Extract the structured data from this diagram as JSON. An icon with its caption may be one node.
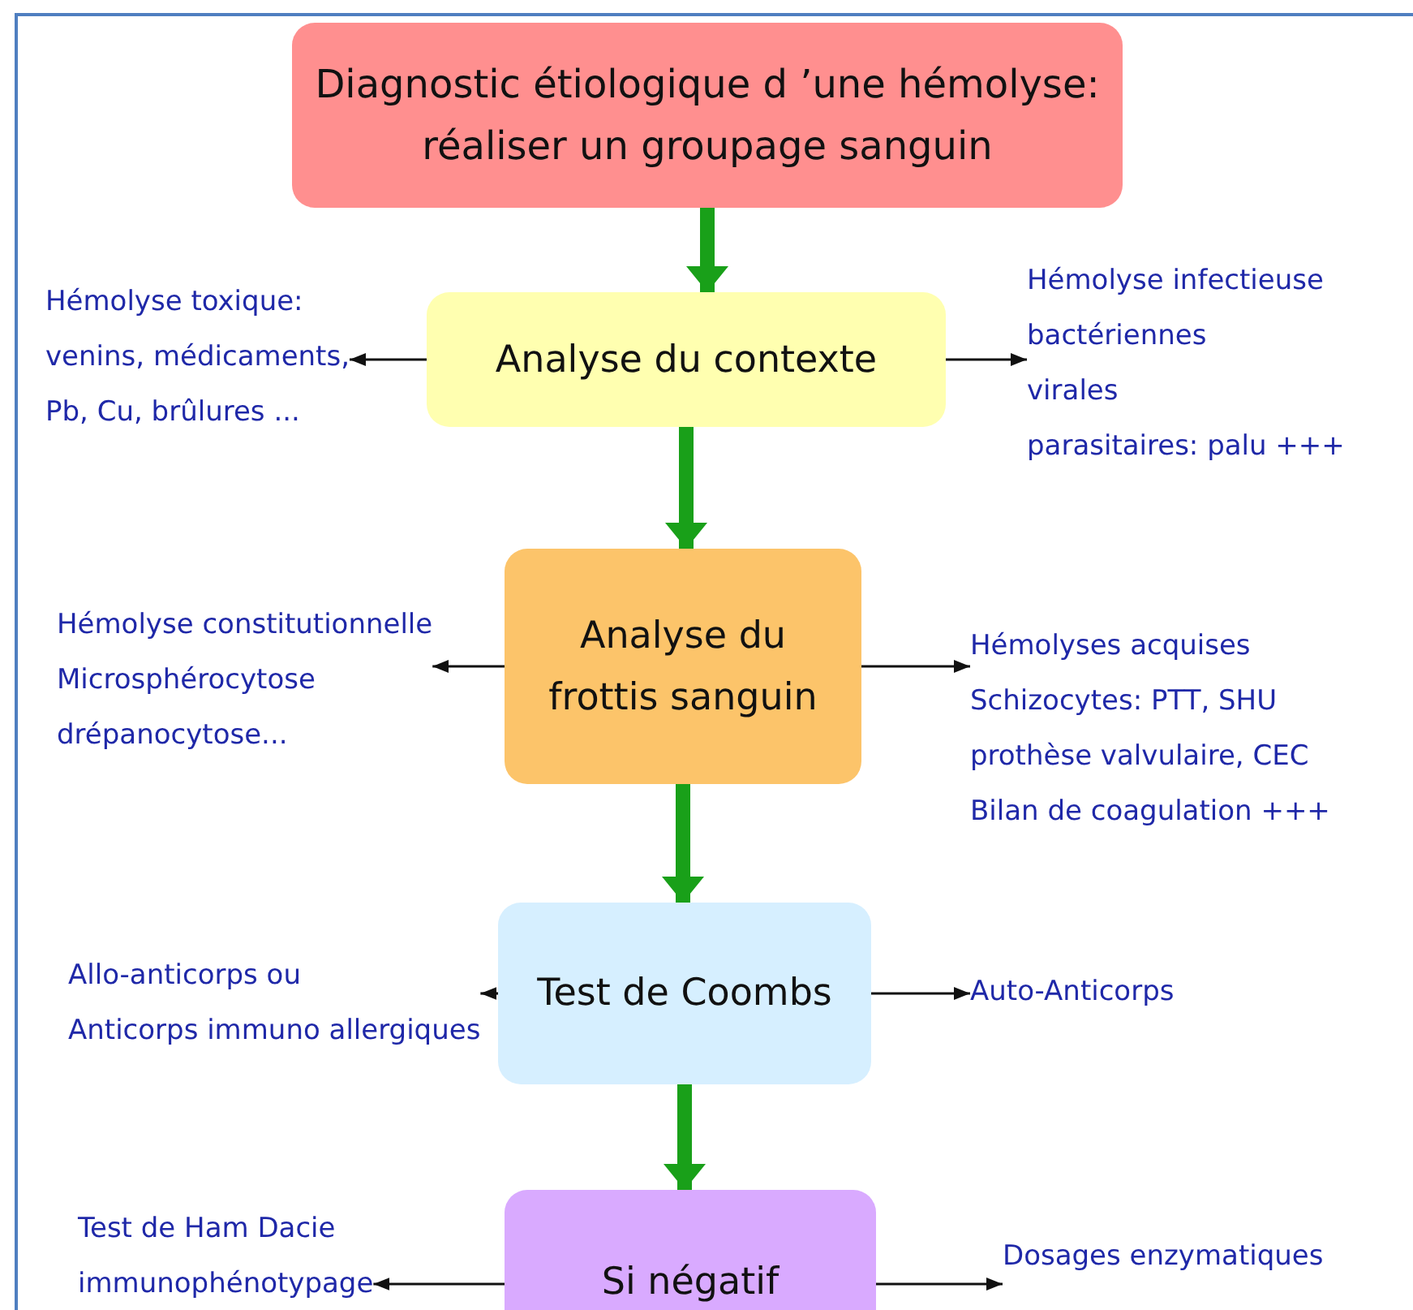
{
  "diagram": {
    "nodes": [
      {
        "text": [
          "Diagnostic étiologique d ’une hémolyse: réaliser un groupage sanguin"
        ]
      },
      {
        "text": [
          "Analyse du contexte"
        ]
      },
      {
        "text": [
          "Hémolyse toxique:",
          "venins, médicaments,",
          "Pb, Cu, brûlures ..."
        ]
      },
      {
        "text": [
          "Hémolyse infectieuse",
          "bactériennes",
          "virales",
          "parasitaires: palu +++"
        ]
      },
      {
        "text": [
          "Analyse du frottis sanguin"
        ]
      },
      {
        "text": [
          "Hémolyse constitutionnelle",
          "Microsphérocytose",
          "drépanocytose..."
        ]
      },
      {
        "text": [
          "Hémolyses acquises",
          "Schizocytes: PTT, SHU",
          "prothèse valvulaire, CEC",
          "Bilan de coagulation +++"
        ]
      },
      {
        "text": [
          "Test de Coombs"
        ]
      },
      {
        "text": [
          "Allo-anticorps ou",
          "Anticorps immuno allergiques"
        ]
      },
      {
        "text": [
          "Auto-Anticorps"
        ]
      },
      {
        "text": [
          "Si négatif"
        ]
      },
      {
        "text": [
          "Test de Ham Dacie",
          "immunophénotypage"
        ]
      },
      {
        "text": [
          "Dosages enzymatiques"
        ]
      }
    ],
    "edges": [
      {
        "from": 0,
        "to": 1,
        "arrow": "to",
        "style": "thick",
        "color": "#19a019"
      },
      {
        "from": 1,
        "to": 2,
        "arrow": "to"
      },
      {
        "from": 1,
        "to": 3,
        "arrow": "to"
      },
      {
        "from": 1,
        "to": 4,
        "arrow": "to",
        "style": "thick",
        "color": "#19a019"
      },
      {
        "from": 4,
        "to": 5,
        "arrow": "to"
      },
      {
        "from": 4,
        "to": 6,
        "arrow": "to"
      },
      {
        "from": 4,
        "to": 7,
        "arrow": "to",
        "style": "thick",
        "color": "#19a019"
      },
      {
        "from": 7,
        "to": 8,
        "arrow": "to"
      },
      {
        "from": 7,
        "to": 9,
        "arrow": "to"
      },
      {
        "from": 7,
        "to": 10,
        "arrow": "to",
        "style": "thick",
        "color": "#19a019"
      },
      {
        "from": 10,
        "to": 11,
        "arrow": "to"
      },
      {
        "from": 10,
        "to": 12,
        "arrow": "to"
      }
    ]
  }
}
